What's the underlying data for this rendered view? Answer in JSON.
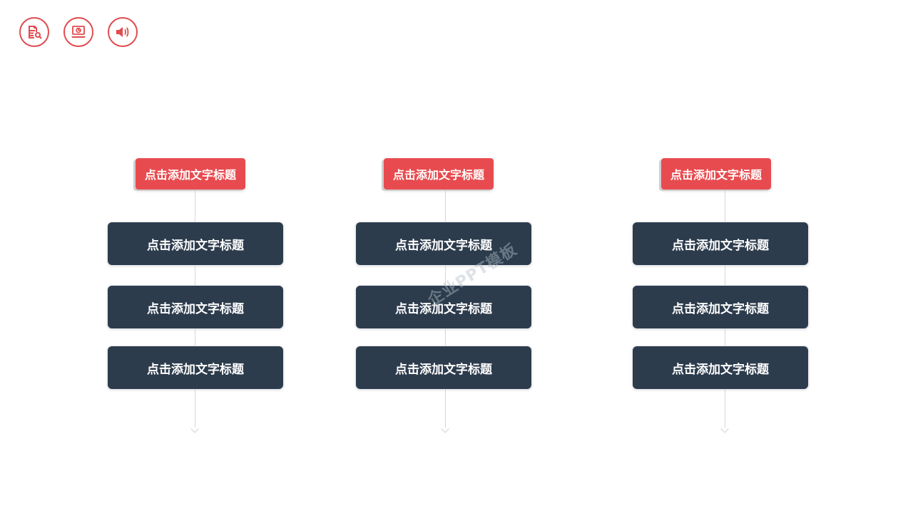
{
  "toolbar": {
    "icons": [
      {
        "name": "document-search-icon"
      },
      {
        "name": "laptop-chart-icon"
      },
      {
        "name": "speaker-icon"
      }
    ],
    "accent_color": "#e04b4f"
  },
  "columns": [
    {
      "header": "点击添加文字标题",
      "items": [
        "点击添加文字标题",
        "点击添加文字标题",
        "点击添加文字标题"
      ]
    },
    {
      "header": "点击添加文字标题",
      "items": [
        "点击添加文字标题",
        "点击添加文字标题",
        "点击添加文字标题"
      ]
    },
    {
      "header": "点击添加文字标题",
      "items": [
        "点击添加文字标题",
        "点击添加文字标题",
        "点击添加文字标题"
      ]
    }
  ],
  "watermark": "企业PPT模板",
  "colors": {
    "header_bg": "#e84b4f",
    "item_bg": "#2d3c4d",
    "connector": "#d8d8d8"
  }
}
